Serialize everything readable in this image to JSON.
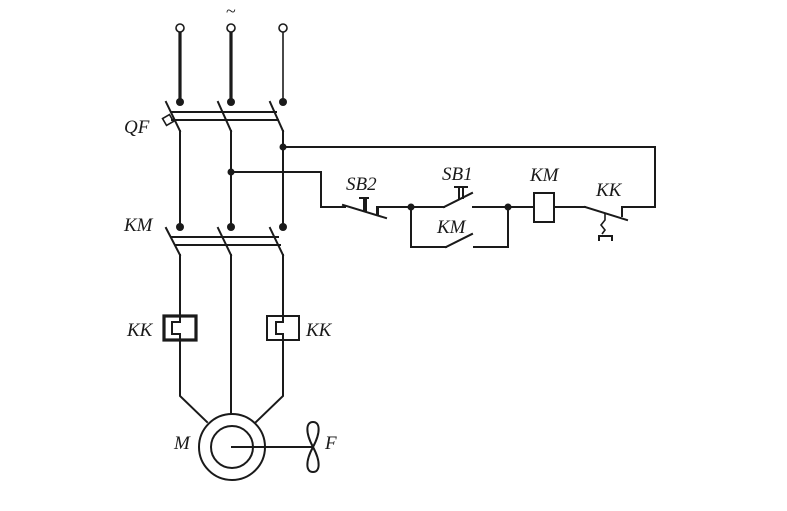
{
  "diagram": {
    "type": "electrical-schematic",
    "description": "Three-phase motor direct-start control circuit with circuit breaker, contactor, thermal overload relay and fan",
    "supply_symbol": "~",
    "labels": {
      "circuit_breaker": "QF",
      "contactor_main": "KM",
      "thermal_relay_left": "KK",
      "thermal_relay_right": "KK",
      "motor": "M",
      "fan": "F",
      "stop_button": "SB2",
      "start_button": "SB1",
      "hold_contact": "KM",
      "coil": "KM",
      "overload_contact": "KK"
    },
    "components": [
      {
        "id": "QF",
        "kind": "three-pole circuit breaker"
      },
      {
        "id": "KM",
        "kind": "three-pole main contactor contacts"
      },
      {
        "id": "KK",
        "kind": "thermal overload heating elements (2)"
      },
      {
        "id": "M",
        "kind": "three-phase motor"
      },
      {
        "id": "F",
        "kind": "cooling fan"
      },
      {
        "id": "SB2",
        "kind": "normally-closed stop push button"
      },
      {
        "id": "SB1",
        "kind": "normally-open start push button"
      },
      {
        "id": "KM-aux",
        "kind": "self-holding auxiliary contact (NO)"
      },
      {
        "id": "KM-coil",
        "kind": "contactor coil"
      },
      {
        "id": "KK-nc",
        "kind": "thermal relay normally-closed contact"
      }
    ]
  }
}
